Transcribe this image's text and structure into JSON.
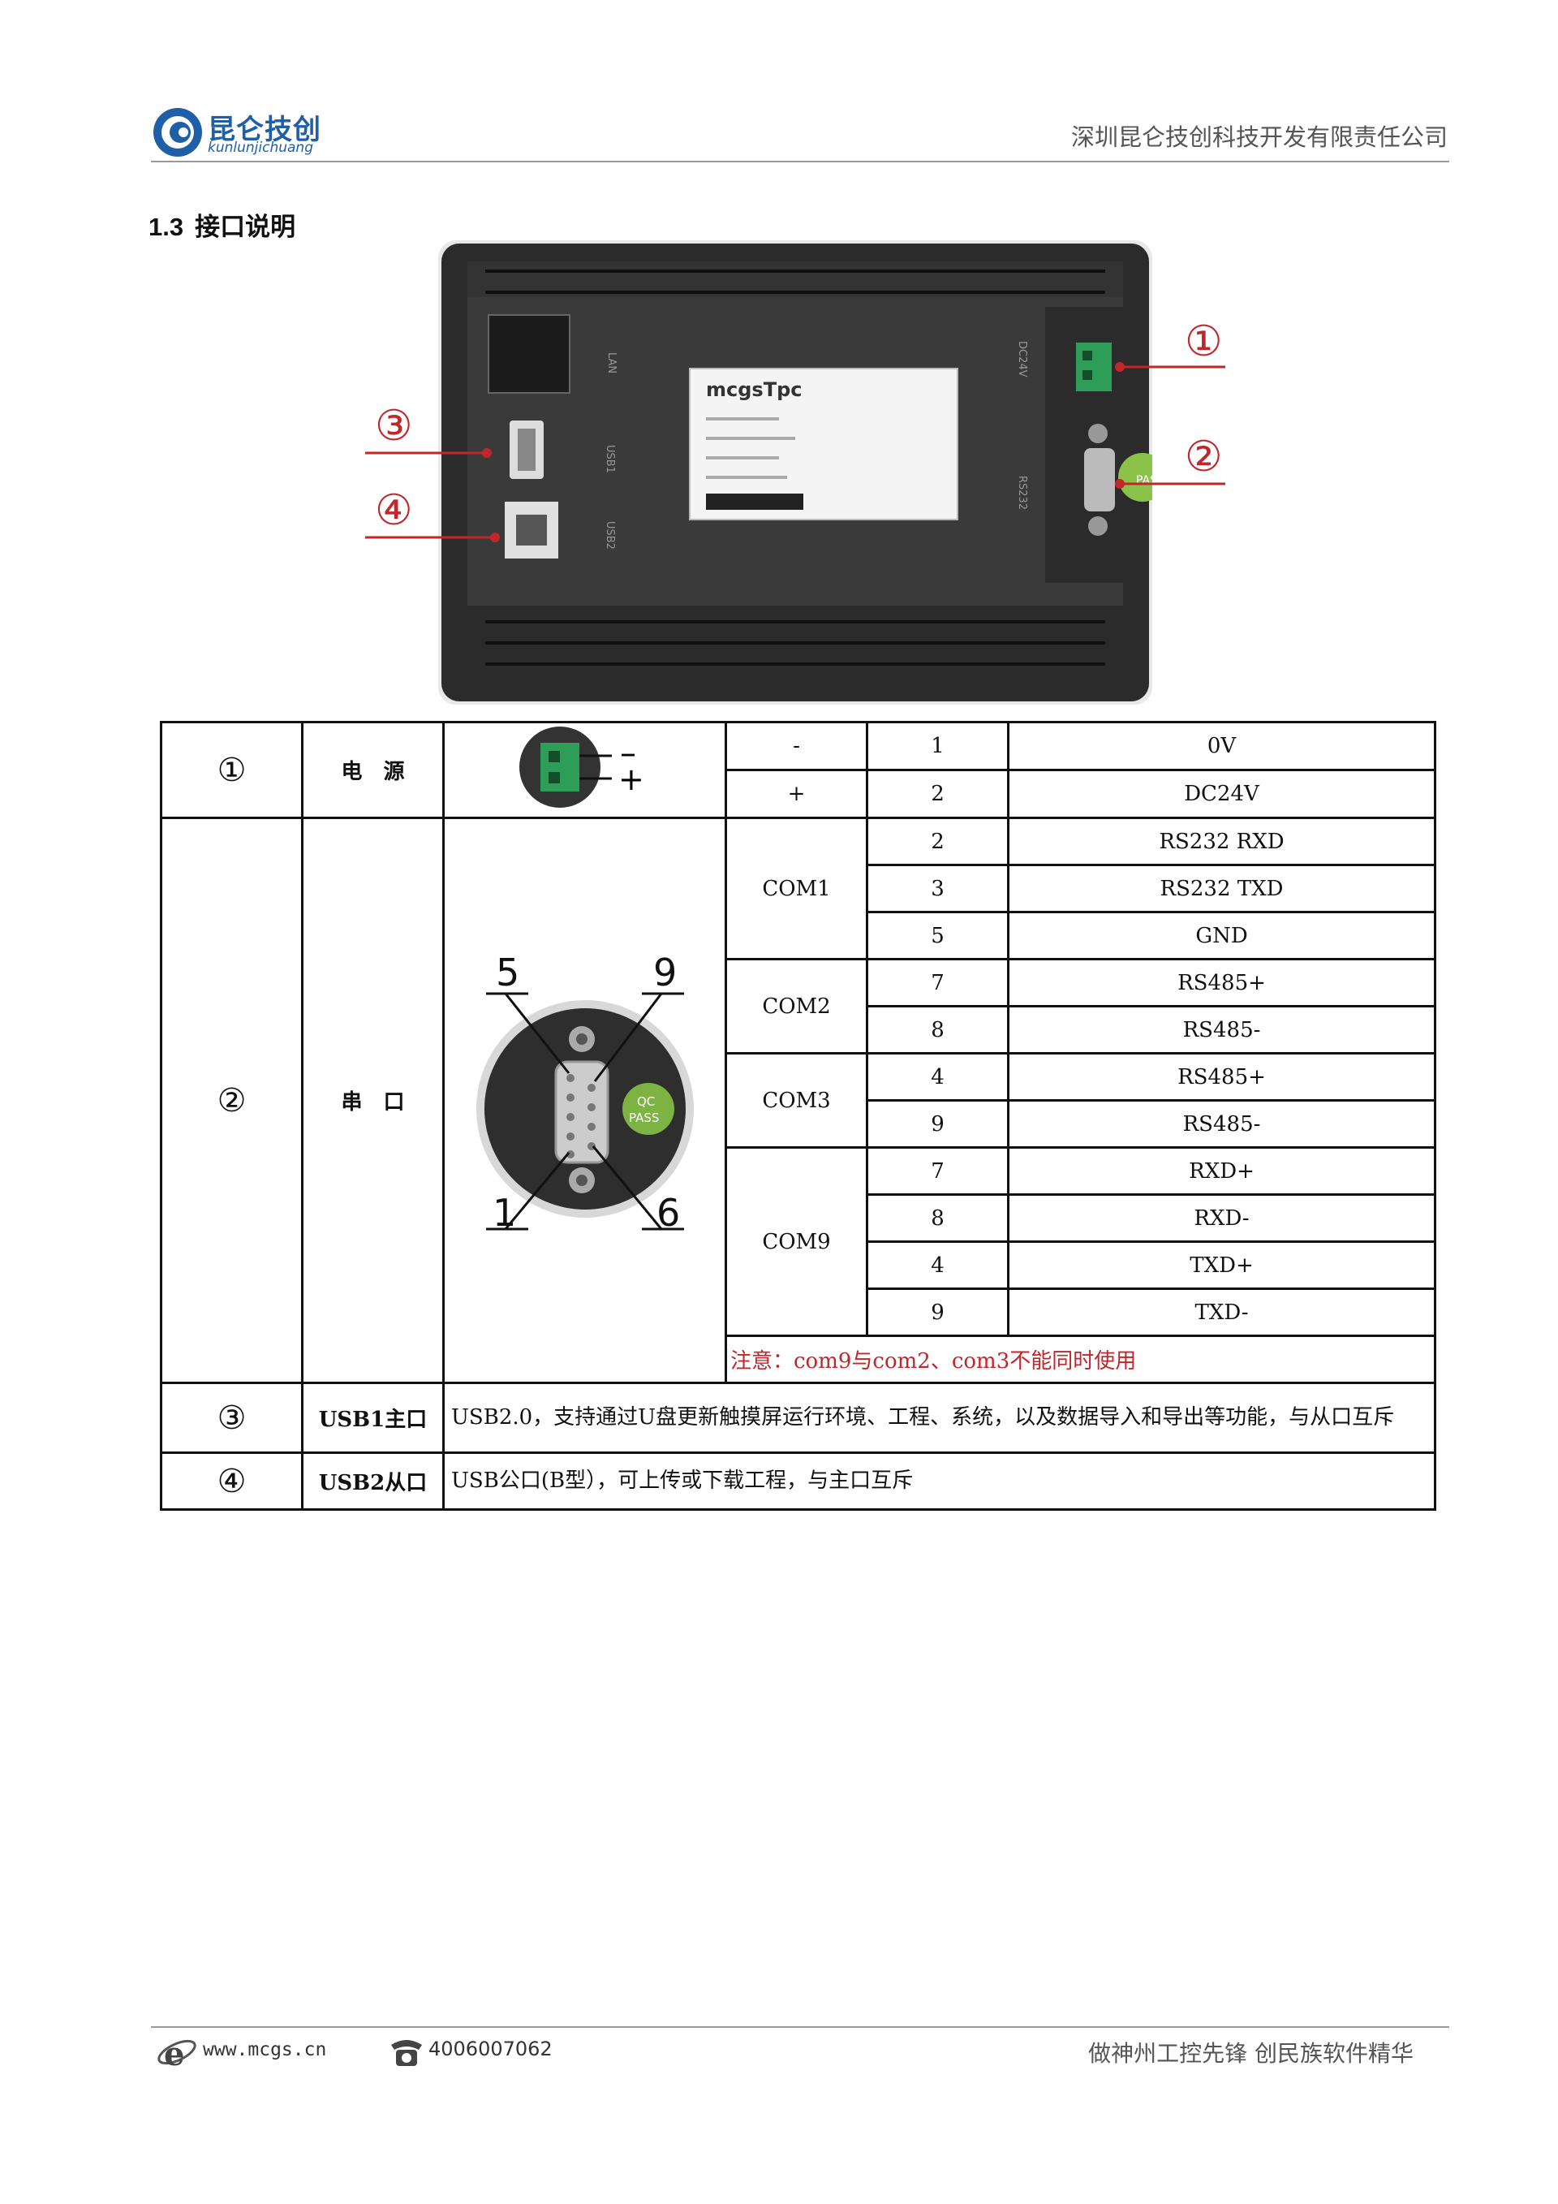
{
  "header": {
    "logo_cn": "昆仑技创",
    "logo_en": "kunlunjichuang",
    "company": "深圳昆仑技创科技开发有限责任公司"
  },
  "section": {
    "number": "1.3",
    "title": "接口说明"
  },
  "device": {
    "label_brand": "mcgsTpc",
    "callouts": [
      "①",
      "②",
      "③",
      "④"
    ],
    "port_labels": [
      "LAN",
      "USB1",
      "USB2",
      "DC24V",
      "RS232"
    ],
    "qc_badge": "PAS"
  },
  "table": {
    "power": {
      "no": "①",
      "name": "电　源",
      "connector_symbols": [
        "–",
        "+"
      ],
      "pins": [
        {
          "sig": "-",
          "pin": "1",
          "func": "0V"
        },
        {
          "sig": "+",
          "pin": "2",
          "func": "DC24V"
        }
      ]
    },
    "serial": {
      "no": "②",
      "name": "串　口",
      "diagram_pins": [
        "5",
        "9",
        "1",
        "6"
      ],
      "qc_badge": [
        "QC",
        "PASS"
      ],
      "groups": [
        {
          "port": "COM1",
          "rows": [
            {
              "pin": "2",
              "func": "RS232 RXD"
            },
            {
              "pin": "3",
              "func": "RS232 TXD"
            },
            {
              "pin": "5",
              "func": "GND"
            }
          ]
        },
        {
          "port": "COM2",
          "rows": [
            {
              "pin": "7",
              "func": "RS485+"
            },
            {
              "pin": "8",
              "func": "RS485-"
            }
          ]
        },
        {
          "port": "COM3",
          "rows": [
            {
              "pin": "4",
              "func": "RS485+"
            },
            {
              "pin": "9",
              "func": "RS485-"
            }
          ]
        },
        {
          "port": "COM9",
          "rows": [
            {
              "pin": "7",
              "func": "RXD+"
            },
            {
              "pin": "8",
              "func": "RXD-"
            },
            {
              "pin": "4",
              "func": "TXD+"
            },
            {
              "pin": "9",
              "func": "TXD-"
            }
          ]
        }
      ],
      "note": "注意：com9与com2、com3不能同时使用"
    },
    "usb1": {
      "no": "③",
      "name": "USB1主口",
      "desc": "USB2.0，支持通过U盘更新触摸屏运行环境、工程、系统，以及数据导入和导出等功能，与从口互斥"
    },
    "usb2": {
      "no": "④",
      "name": "USB2从口",
      "desc": "USB公口(B型），可上传或下载工程，与主口互斥"
    }
  },
  "footer": {
    "website": "www.mcgs.cn",
    "phone": "4006007062",
    "slogan": "做神州工控先锋 创民族软件精华"
  },
  "colors": {
    "brand": "#1f5fa8",
    "note": "#c0262a",
    "connector_green": "#2e9d57",
    "device_body": "#2b2b2b"
  }
}
